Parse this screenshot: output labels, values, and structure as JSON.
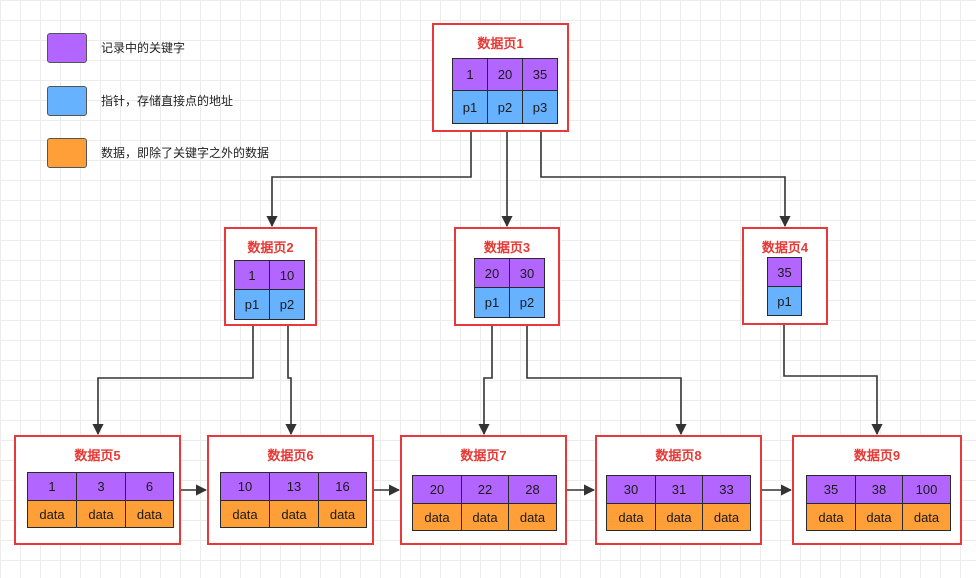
{
  "colors": {
    "key": "#b266ff",
    "pointer": "#66b2ff",
    "data": "#ff9f38",
    "page_border": "#e8383c",
    "title": "#e53935"
  },
  "legend": [
    {
      "label": "记录中的关键字",
      "color": "#b266ff"
    },
    {
      "label": "指针，存储直接点的地址",
      "color": "#66b2ff"
    },
    {
      "label": "数据，即除了关键字之外的数据",
      "color": "#ff9f38"
    }
  ],
  "pages": {
    "page1": {
      "title": "数据页1",
      "keys": [
        "1",
        "20",
        "35"
      ],
      "pointers": [
        "p1",
        "p2",
        "p3"
      ]
    },
    "page2": {
      "title": "数据页2",
      "keys": [
        "1",
        "10"
      ],
      "pointers": [
        "p1",
        "p2"
      ]
    },
    "page3": {
      "title": "数据页3",
      "keys": [
        "20",
        "30"
      ],
      "pointers": [
        "p1",
        "p2"
      ]
    },
    "page4": {
      "title": "数据页4",
      "keys": [
        "35"
      ],
      "pointers": [
        "p1"
      ]
    },
    "page5": {
      "title": "数据页5",
      "keys": [
        "1",
        "3",
        "6"
      ],
      "data": [
        "data",
        "data",
        "data"
      ]
    },
    "page6": {
      "title": "数据页6",
      "keys": [
        "10",
        "13",
        "16"
      ],
      "data": [
        "data",
        "data",
        "data"
      ]
    },
    "page7": {
      "title": "数据页7",
      "keys": [
        "20",
        "22",
        "28"
      ],
      "data": [
        "data",
        "data",
        "data"
      ]
    },
    "page8": {
      "title": "数据页8",
      "keys": [
        "30",
        "31",
        "33"
      ],
      "data": [
        "data",
        "data",
        "data"
      ]
    },
    "page9": {
      "title": "数据页9",
      "keys": [
        "35",
        "38",
        "100"
      ],
      "data": [
        "data",
        "data",
        "data"
      ]
    }
  },
  "edges": [
    {
      "from": "page1.p1",
      "to": "page2"
    },
    {
      "from": "page1.p2",
      "to": "page3"
    },
    {
      "from": "page1.p3",
      "to": "page4"
    },
    {
      "from": "page2.p1",
      "to": "page5"
    },
    {
      "from": "page2.p2",
      "to": "page6"
    },
    {
      "from": "page3.p1",
      "to": "page7"
    },
    {
      "from": "page3.p2",
      "to": "page8"
    },
    {
      "from": "page4.p1",
      "to": "page9"
    },
    {
      "from": "page5",
      "to": "page6"
    },
    {
      "from": "page6",
      "to": "page7"
    },
    {
      "from": "page7",
      "to": "page8"
    },
    {
      "from": "page8",
      "to": "page9"
    }
  ]
}
